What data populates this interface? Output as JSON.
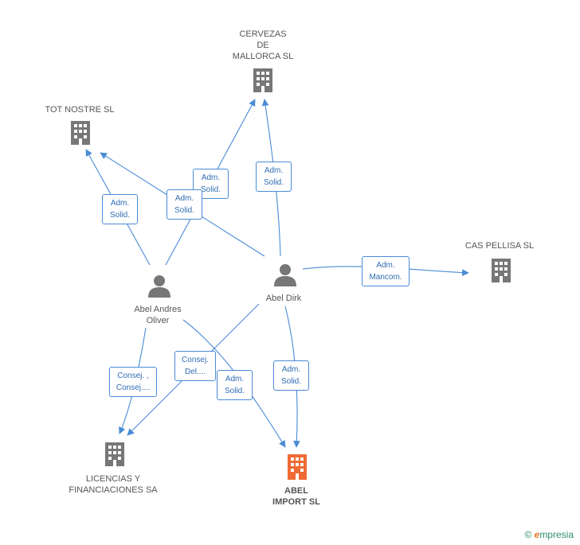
{
  "nodes": {
    "cervezas": {
      "label": "CERVEZAS\nDE\nMALLORCA  SL"
    },
    "totnostre": {
      "label": "TOT NOSTRE SL"
    },
    "caspellisa": {
      "label": "CAS PELLISA SL"
    },
    "licencias": {
      "label": "LICENCIAS Y\nFINANCIACIONES SA"
    },
    "abel_import": {
      "label": "ABEL\nIMPORT  SL"
    },
    "abel_andres": {
      "label": "Abel Andres\nOliver"
    },
    "abel_dirk": {
      "label": "Abel Dirk"
    }
  },
  "edges": {
    "e1": "Adm.\nSolid.",
    "e2": "Adm.\nSolid.",
    "e3": "Adm.\nSolid.",
    "e4": "Adm.\nSolid.",
    "e5": "Adm.\nMancom.",
    "e6": "Consej. ,\nConsej....",
    "e7": "Consej.\nDel....",
    "e8": "Adm.\nSolid.",
    "e9": "Adm.\nSolid."
  },
  "colors": {
    "edge": "#4a8bd6",
    "company": "#777777",
    "highlight": "#f06a35",
    "person": "#777777"
  },
  "brand": {
    "symbol": "©",
    "name": "mpresia",
    "initial": "e"
  }
}
